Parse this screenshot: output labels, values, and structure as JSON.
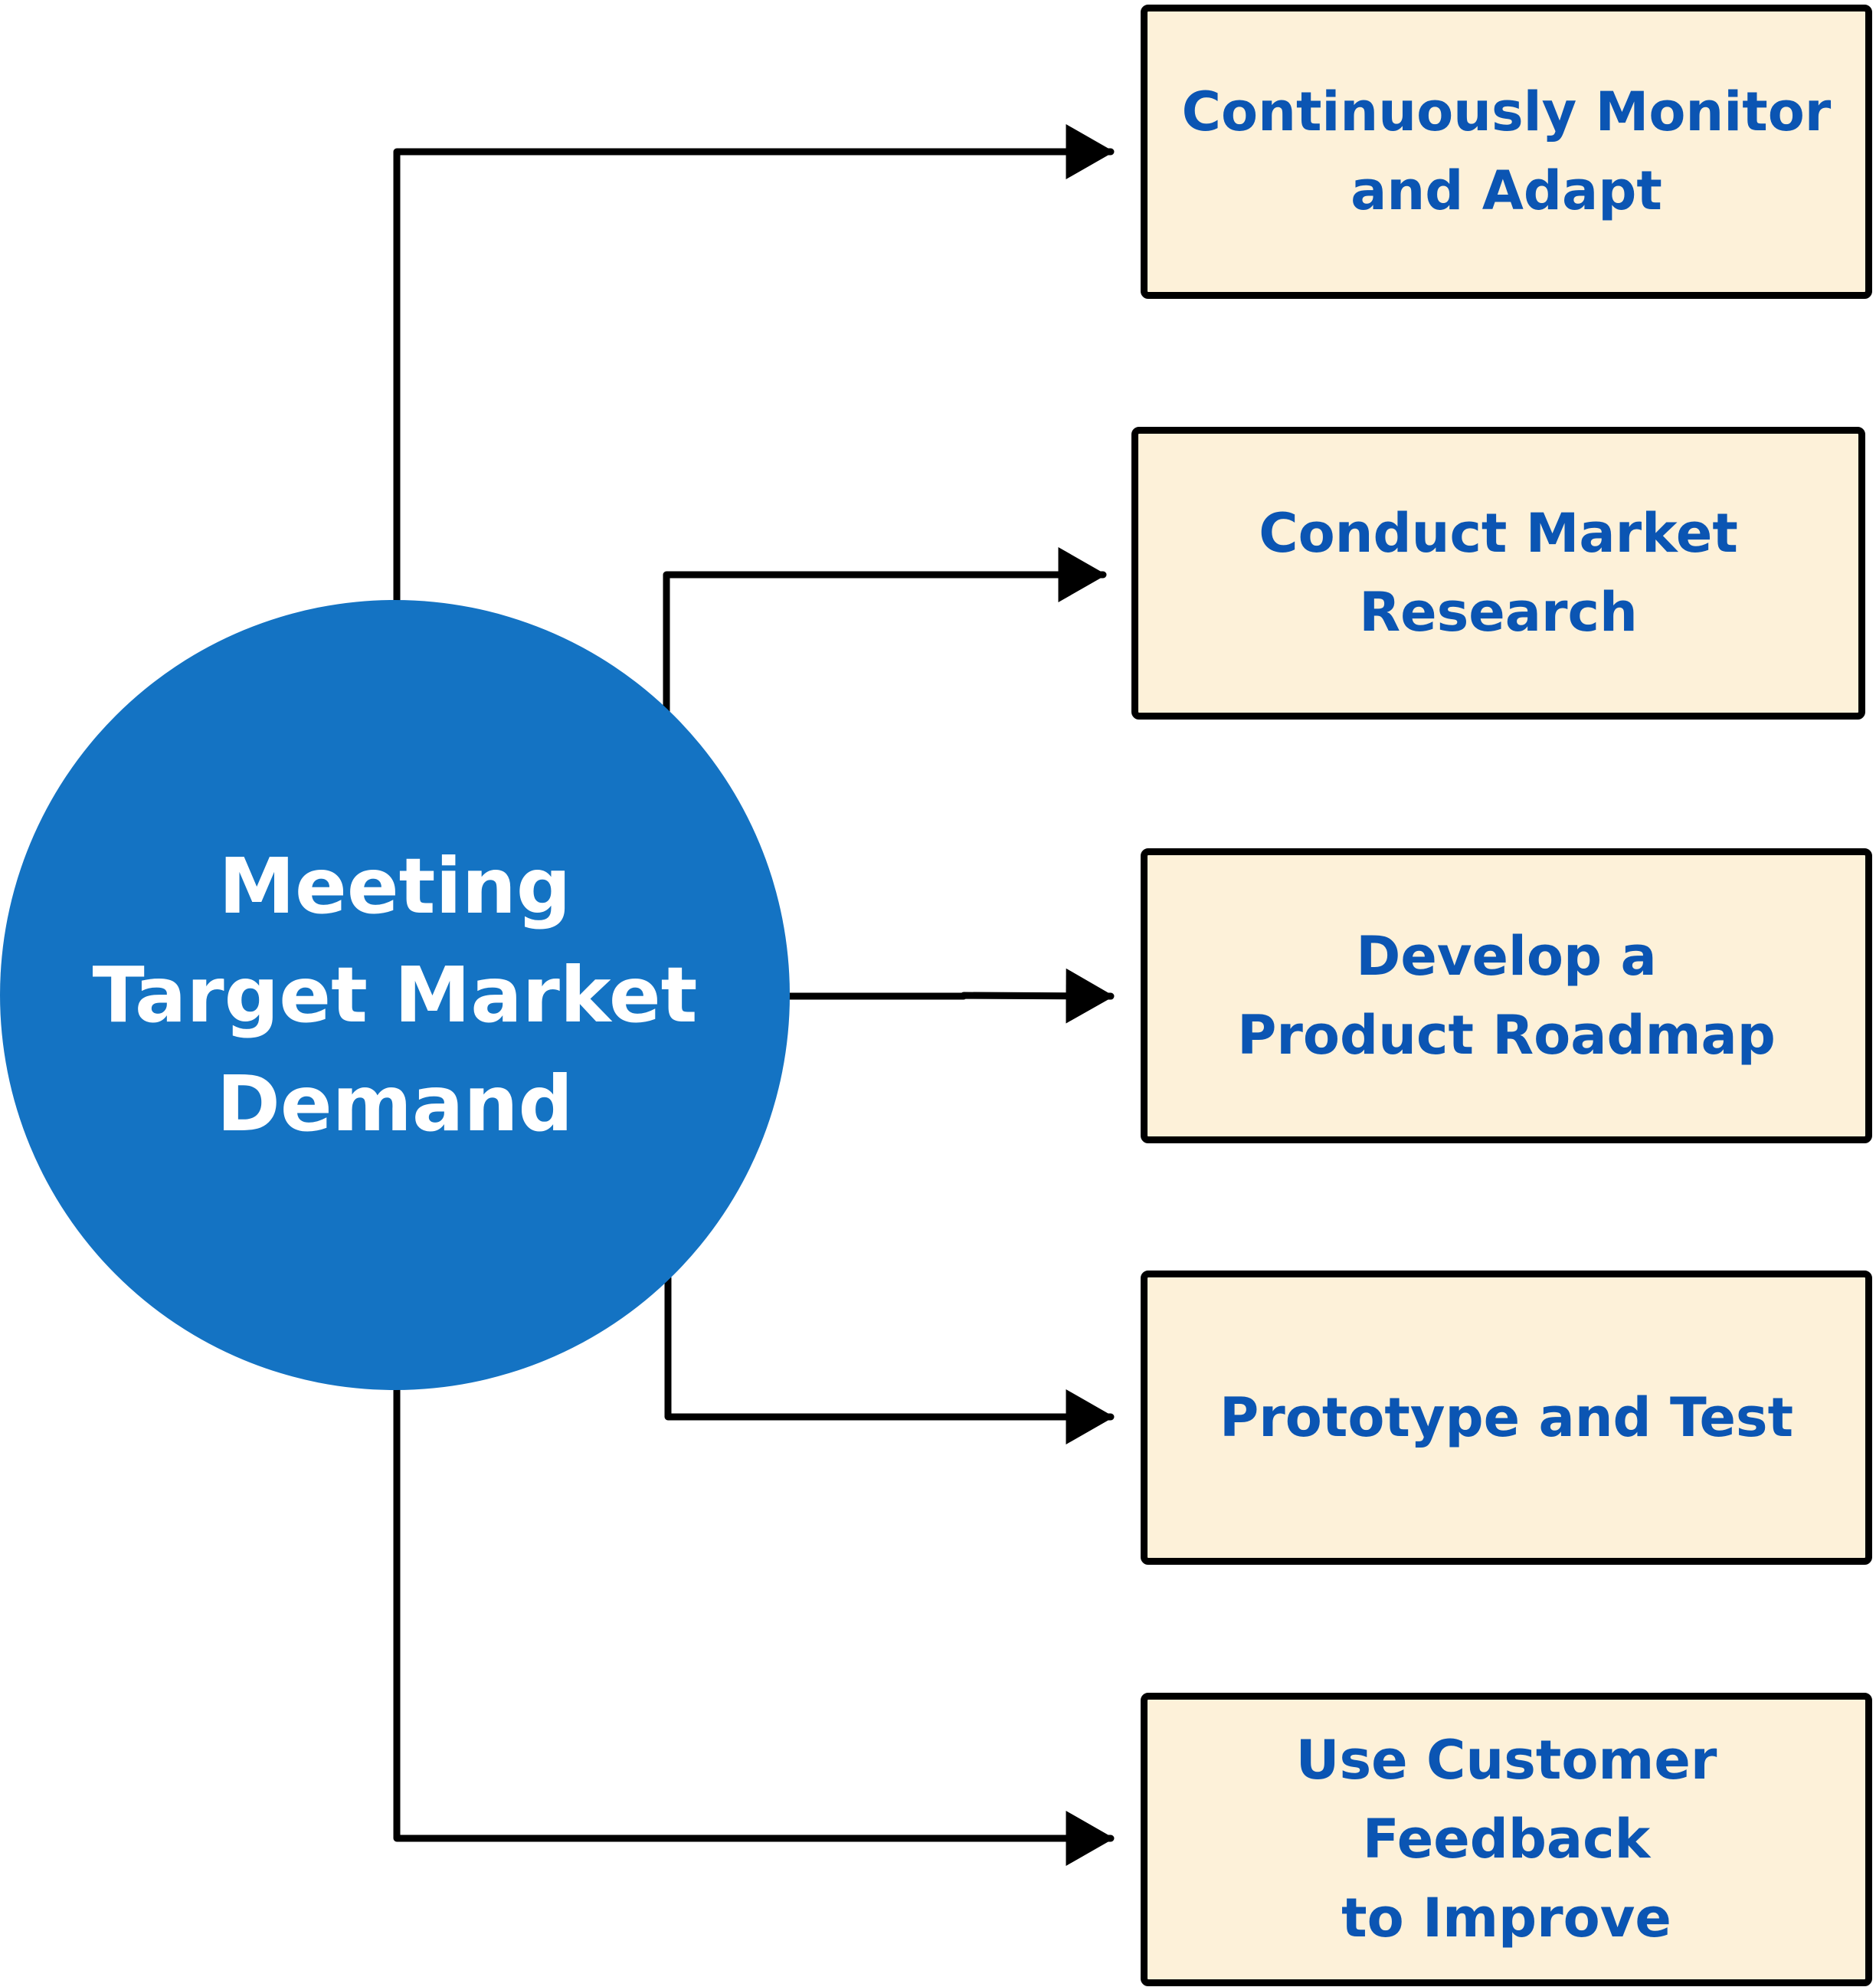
{
  "colors": {
    "hub_fill": "#1473C3",
    "hub_text": "#FFFFFF",
    "box_fill": "#FDF1D9",
    "box_text": "#0B55B3",
    "connector": "#000000"
  },
  "hub": {
    "label": "Meeting\nTarget Market\nDemand"
  },
  "steps": [
    {
      "label": "Continuously Monitor\nand Adapt"
    },
    {
      "label": "Conduct Market\nResearch"
    },
    {
      "label": "Develop a\nProduct Roadmap"
    },
    {
      "label": "Prototype and Test"
    },
    {
      "label": "Use Customer Feedback\nto Improve"
    }
  ]
}
